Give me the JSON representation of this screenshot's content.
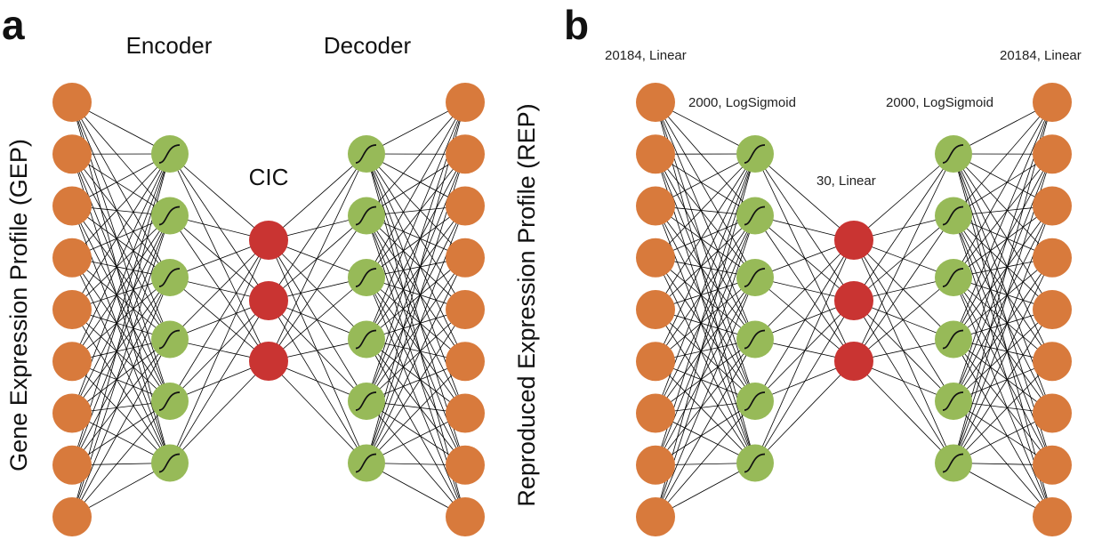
{
  "panels": {
    "a": {
      "letter": "a",
      "encoder_label": "Encoder",
      "decoder_label": "Decoder",
      "code_label": "CIC",
      "input_label": "Gene Expression Profile (GEP)",
      "output_label": "Reproduced Expression Profile (REP)"
    },
    "b": {
      "letter": "b",
      "input_layer": "20184, Linear",
      "hidden_left": "2000, LogSigmoid",
      "code_layer": "30, Linear",
      "hidden_right": "2000, LogSigmoid",
      "output_layer": "20184, Linear"
    }
  },
  "network": {
    "layer_sizes": [
      9,
      6,
      3,
      6,
      9
    ],
    "node_colors": {
      "input": "#d87a3c",
      "hidden": "#97ba58",
      "code": "#c93432",
      "output": "#d87a3c"
    },
    "hidden_icon": "sigmoid-icon"
  }
}
